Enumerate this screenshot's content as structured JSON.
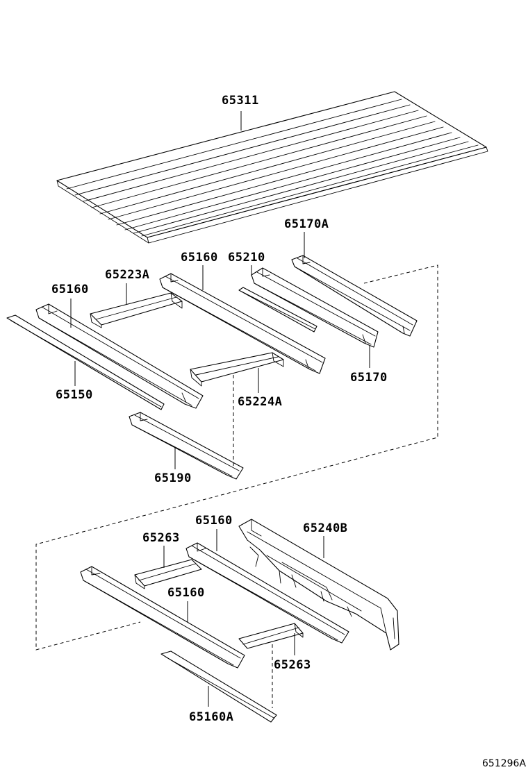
{
  "diagram": {
    "part_numbers": {
      "p65311": "65311",
      "p65170A": "65170A",
      "p65160_mid": "65160",
      "p65210": "65210",
      "p65223A": "65223A",
      "p65160_left": "65160",
      "p65170": "65170",
      "p65224A": "65224A",
      "p65150": "65150",
      "p65190": "65190",
      "p65160_low_right": "65160",
      "p65240B": "65240B",
      "p65263_top": "65263",
      "p65160_low_left": "65160",
      "p65263_bottom": "65263",
      "p65160A": "65160A"
    },
    "illustration_code": "651296A"
  }
}
